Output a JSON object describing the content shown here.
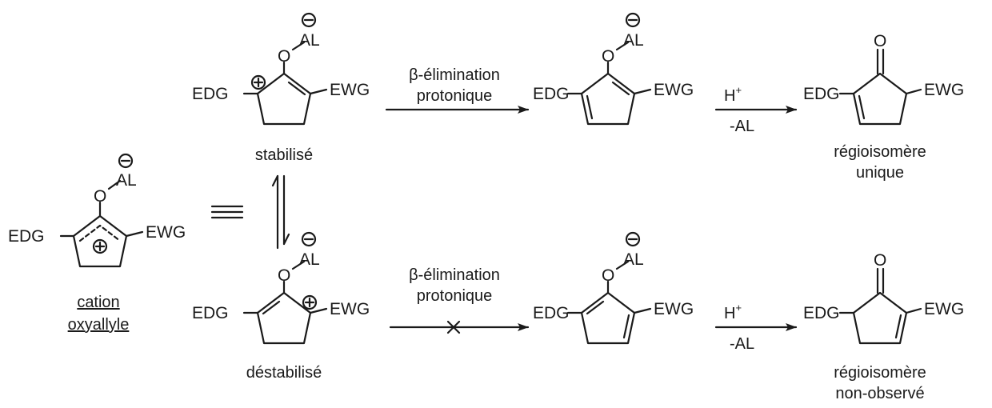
{
  "groups": {
    "edg": "EDG",
    "ewg": "EWG",
    "oxygen": "O",
    "lewis_acid": "AL",
    "proton": "H",
    "proton_charge": "+",
    "minus_lewis_acid": "-AL"
  },
  "captions": {
    "cation": "cation",
    "oxyallyle": "oxyallyle",
    "stabilized": "stabilisé",
    "destabilized": "déstabilisé",
    "regio_top_1": "régioisomère",
    "regio_top_2": "unique",
    "regio_bottom_1": "régioisomère",
    "regio_bottom_2": "non-observé"
  },
  "arrows": {
    "elim_line1": "β-élimination",
    "elim_line2": "protonique"
  }
}
